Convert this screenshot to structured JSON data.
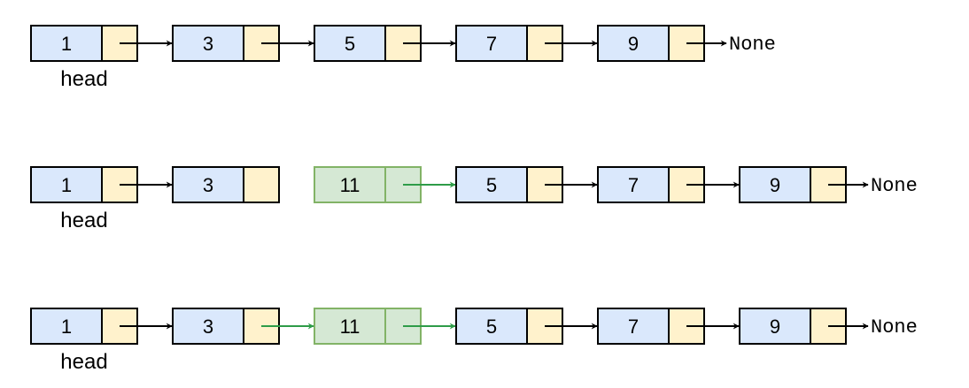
{
  "colors": {
    "node_fill": "#dae8fc",
    "pointer_fill": "#fff2cc",
    "new_node_fill": "#d5e8d4",
    "new_node_stroke": "#82b366",
    "stroke": "#000000",
    "new_link": "#2e9c48"
  },
  "rows": [
    {
      "nodes": [
        {
          "value": "1",
          "kind": "normal"
        },
        {
          "value": "3",
          "kind": "normal"
        },
        {
          "value": "5",
          "kind": "normal"
        },
        {
          "value": "7",
          "kind": "normal"
        },
        {
          "value": "9",
          "kind": "normal"
        }
      ],
      "links": [
        {
          "from": 0,
          "to": 1,
          "kind": "normal"
        },
        {
          "from": 1,
          "to": 2,
          "kind": "normal"
        },
        {
          "from": 2,
          "to": 3,
          "kind": "normal"
        },
        {
          "from": 3,
          "to": 4,
          "kind": "normal"
        }
      ],
      "terminal_from": 4,
      "terminal_text": "None",
      "head_label": "head"
    },
    {
      "nodes": [
        {
          "value": "1",
          "kind": "normal"
        },
        {
          "value": "3",
          "kind": "normal"
        },
        {
          "value": "11",
          "kind": "new"
        },
        {
          "value": "5",
          "kind": "normal"
        },
        {
          "value": "7",
          "kind": "normal"
        },
        {
          "value": "9",
          "kind": "normal"
        }
      ],
      "links": [
        {
          "from": 0,
          "to": 1,
          "kind": "normal"
        },
        {
          "from": 2,
          "to": 3,
          "kind": "new"
        },
        {
          "from": 3,
          "to": 4,
          "kind": "normal"
        },
        {
          "from": 4,
          "to": 5,
          "kind": "normal"
        }
      ],
      "terminal_from": 5,
      "terminal_text": "None",
      "head_label": "head"
    },
    {
      "nodes": [
        {
          "value": "1",
          "kind": "normal"
        },
        {
          "value": "3",
          "kind": "normal"
        },
        {
          "value": "11",
          "kind": "new"
        },
        {
          "value": "5",
          "kind": "normal"
        },
        {
          "value": "7",
          "kind": "normal"
        },
        {
          "value": "9",
          "kind": "normal"
        }
      ],
      "links": [
        {
          "from": 0,
          "to": 1,
          "kind": "normal"
        },
        {
          "from": 1,
          "to": 2,
          "kind": "new"
        },
        {
          "from": 2,
          "to": 3,
          "kind": "new"
        },
        {
          "from": 3,
          "to": 4,
          "kind": "normal"
        },
        {
          "from": 4,
          "to": 5,
          "kind": "normal"
        }
      ],
      "terminal_from": 5,
      "terminal_text": "None",
      "head_label": "head"
    }
  ]
}
